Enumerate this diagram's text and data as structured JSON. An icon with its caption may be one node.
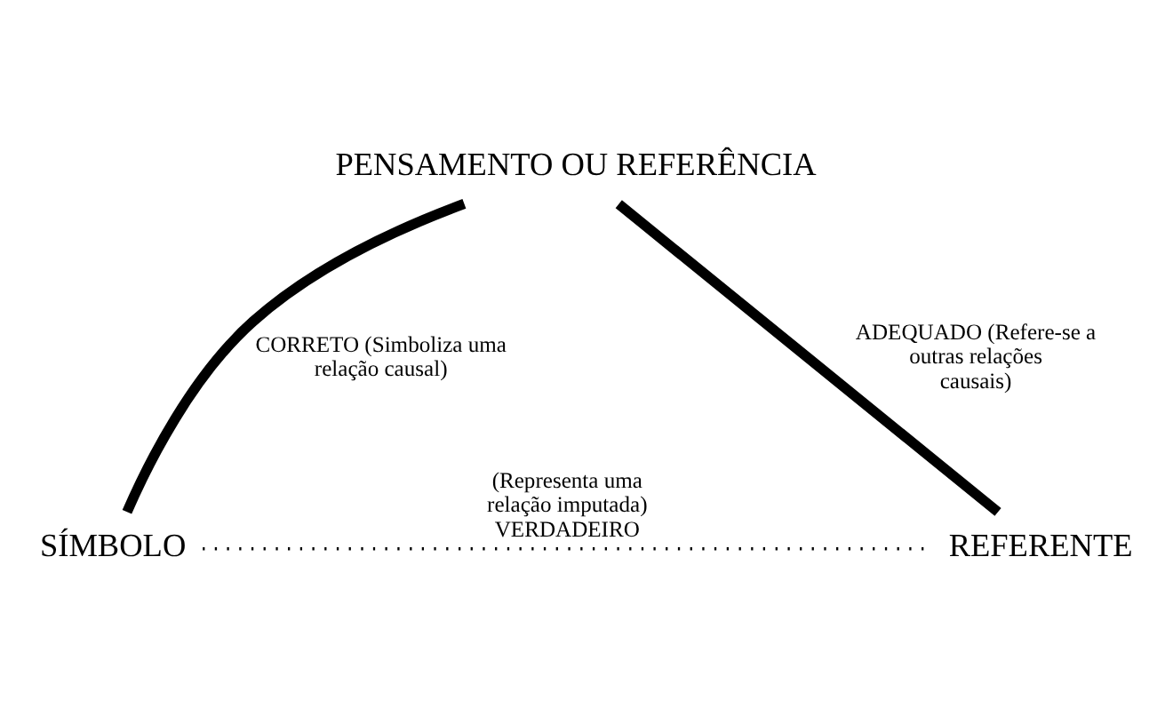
{
  "diagram": {
    "nodes": [
      {
        "text": [
          "PENSAMENTO OU REFERÊNCIA"
        ]
      },
      {
        "text": [
          "SÍMBOLO"
        ]
      },
      {
        "text": [
          "REFERENTE"
        ]
      }
    ],
    "edges": [
      {
        "from": 1,
        "to": 0,
        "arrow": "none",
        "label": "CORRETO (Simboliza uma relação causal)"
      },
      {
        "from": 0,
        "to": 2,
        "arrow": "none",
        "label": "ADEQUADO (Refere-se a outras relações causais)"
      },
      {
        "from": 1,
        "to": 2,
        "arrow": "none",
        "style": "dashed",
        "label": "(Representa uma relação imputada) VERDADEIRO"
      }
    ]
  }
}
